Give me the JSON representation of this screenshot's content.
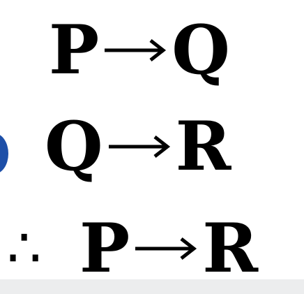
{
  "lines": [
    {
      "left": "P",
      "right": "Q"
    },
    {
      "left": "Q",
      "right": "R"
    },
    {
      "prefix": "∴",
      "left": "P",
      "right": "R"
    }
  ],
  "icons": {
    "arrow": "right-arrow-icon"
  },
  "colors": {
    "text": "#000000",
    "background": "#ffffff",
    "accent_edge": "#1d4fa8"
  }
}
